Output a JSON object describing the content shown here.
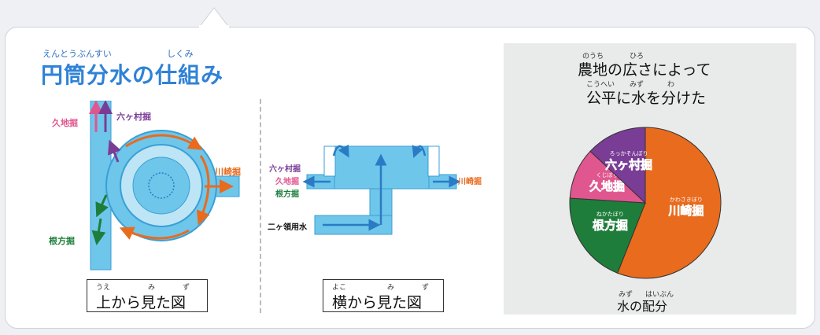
{
  "title": {
    "text": "円筒分水の仕組み",
    "ruby_entou_bunsui": "えんとうぶんすい",
    "ruby_shikumi": "しくみ"
  },
  "colors": {
    "water": "#6ec6ea",
    "water_dark": "#3a9fd6",
    "arrow_blue": "#2a7bc4",
    "orange": "#e86b1e",
    "green": "#1e7d3a",
    "pink": "#e0568f",
    "purple": "#7a3d96",
    "title_blue": "#2f82d6"
  },
  "top_view": {
    "labels": {
      "kuchibori": "久地掘",
      "rokkasonbori": "六ヶ村掘",
      "kawasakibori": "川崎掘",
      "nekatabori": "根方掘"
    },
    "caption": {
      "text": "上から見た図",
      "ruby_ue": "うえ",
      "ruby_mi": "み",
      "ruby_zu": "ず"
    }
  },
  "side_view": {
    "labels": {
      "rokkasonbori": "六ヶ村掘",
      "kuchibori": "久地掘",
      "nekatabori": "根方掘",
      "kawasakibori": "川崎掘",
      "nikaryo": "二ヶ領用水"
    },
    "caption": {
      "text": "横から見た図",
      "ruby_yoko": "よこ",
      "ruby_mi": "み",
      "ruby_zu": "ず"
    }
  },
  "pie": {
    "heading_line1": "農地の広さによって",
    "heading_line2": "公平に水を分けた",
    "ruby_nouchi": "のうち",
    "ruby_hiro": "ひろ",
    "ruby_kouhei": "こうへい",
    "ruby_mizu": "みず",
    "ruby_wa": "わ",
    "footer": "水の配分",
    "footer_ruby_mizu": "みず",
    "footer_ruby_haibun": "はいぶん",
    "slices": [
      {
        "label": "川崎掘",
        "ruby": "かわさきぼり",
        "share": 0.56,
        "color": "#e86b1e"
      },
      {
        "label": "根方掘",
        "ruby": "ねかたぼり",
        "share": 0.2,
        "color": "#1e7d3a"
      },
      {
        "label": "久地掘",
        "ruby": "くじぼり",
        "share": 0.11,
        "color": "#e0568f"
      },
      {
        "label": "六ヶ村掘",
        "ruby": "ろっかそんぼり",
        "share": 0.13,
        "color": "#7a3d96"
      }
    ]
  }
}
